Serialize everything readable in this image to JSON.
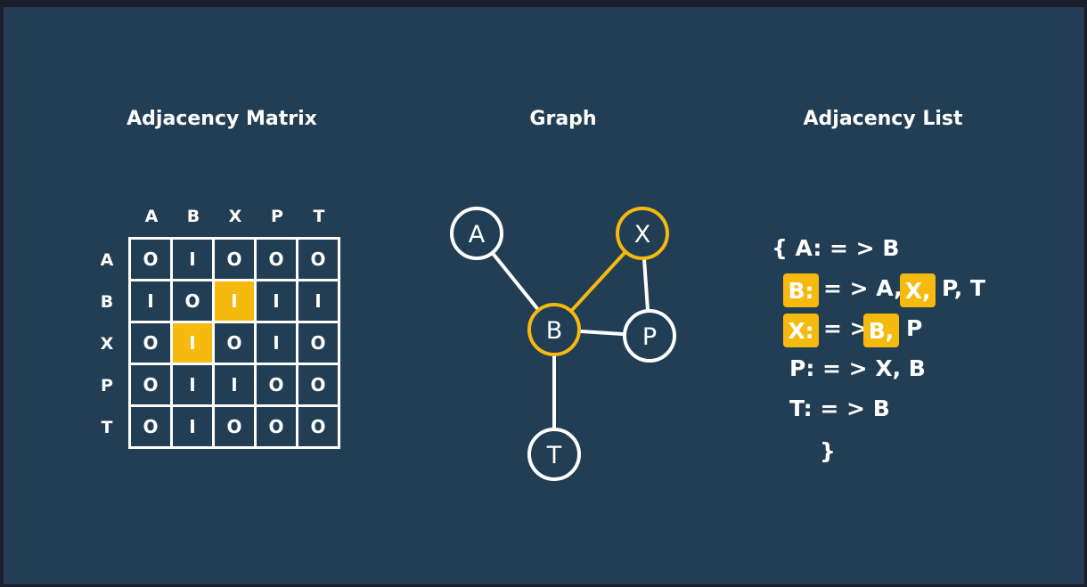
{
  "titles": {
    "matrix": "Adjacency Matrix",
    "graph": "Graph",
    "list": "Adjacency List"
  },
  "matrix": {
    "columns": [
      "A",
      "B",
      "X",
      "P",
      "T"
    ],
    "rows": [
      "A",
      "B",
      "X",
      "P",
      "T"
    ],
    "cells": [
      [
        "O",
        "I",
        "O",
        "O",
        "O"
      ],
      [
        "I",
        "O",
        "I",
        "I",
        "I"
      ],
      [
        "O",
        "I",
        "O",
        "I",
        "O"
      ],
      [
        "O",
        "I",
        "I",
        "O",
        "O"
      ],
      [
        "O",
        "I",
        "O",
        "O",
        "O"
      ]
    ],
    "highlighted": [
      [
        1,
        2
      ],
      [
        2,
        1
      ]
    ]
  },
  "graph": {
    "nodes": [
      "A",
      "X",
      "B",
      "P",
      "T"
    ],
    "highlighted_nodes": [
      "X",
      "B"
    ],
    "edges": [
      [
        "A",
        "B"
      ],
      [
        "X",
        "B"
      ],
      [
        "X",
        "P"
      ],
      [
        "B",
        "P"
      ],
      [
        "B",
        "T"
      ]
    ],
    "highlighted_edges": [
      [
        "X",
        "B"
      ]
    ]
  },
  "list": {
    "open": "{ A: = > B",
    "line_b_key": "B:",
    "line_b_mid": "= > A,",
    "line_b_hl": "X,",
    "line_b_end": "P, T",
    "line_x_key": "X:",
    "line_x_mid": "= >",
    "line_x_hl": "B,",
    "line_x_end": "P",
    "line_p": "P: = > X, B",
    "line_t": "T: = > B",
    "close": "}"
  },
  "colors": {
    "background": "#213e54",
    "highlight": "#f6b90e",
    "foreground": "#ffffff"
  }
}
